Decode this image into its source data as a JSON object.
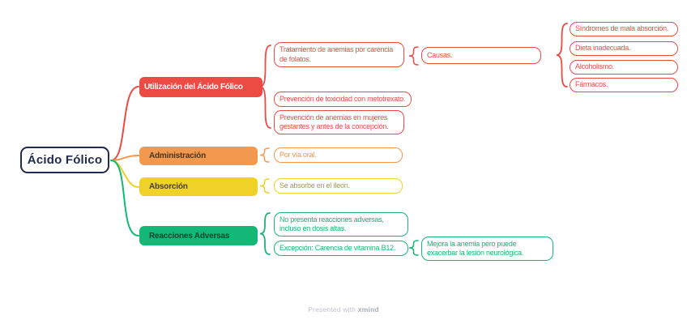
{
  "colors": {
    "navy": "#222a4d",
    "red": "#ec4b43",
    "orange": "#f2994f",
    "yellow": "#efd128",
    "green": "#13b876",
    "watermark": "#bfc3cd"
  },
  "root": {
    "label": "Ácido Fólico"
  },
  "branches": [
    {
      "label": "Utilización del Ácido Fólico",
      "children": [
        {
          "label": "Tratamiento de anemias por carencia de folatos.",
          "children": [
            {
              "label": "Causas.",
              "children": [
                {
                  "label": "Síndromes de mala absorción."
                },
                {
                  "label": "Dieta inadecuada."
                },
                {
                  "label": "Alcoholismo."
                },
                {
                  "label": "Fármacos."
                }
              ]
            }
          ]
        },
        {
          "label": "Prevención de toxicidad con metotrexato."
        },
        {
          "label": "Prevención de anemias en mujeres gestantes y antes de la concepción."
        }
      ]
    },
    {
      "label": "Administración",
      "children": [
        {
          "label": "Por vía oral."
        }
      ]
    },
    {
      "label": "Absorción",
      "children": [
        {
          "label": "Se absorbe en el íleon."
        }
      ]
    },
    {
      "label": "Reacciones Adversas",
      "children": [
        {
          "label": "No presenta reacciones adversas, incluso en dosis altas."
        },
        {
          "label": "Excepción: Carencia de vitamina B12.",
          "children": [
            {
              "label": "Mejora la anemia pero puede exacerbar la lesión neurológica."
            }
          ]
        }
      ]
    }
  ],
  "watermark": {
    "prefix": "Presented with ",
    "brand": "xmind"
  }
}
